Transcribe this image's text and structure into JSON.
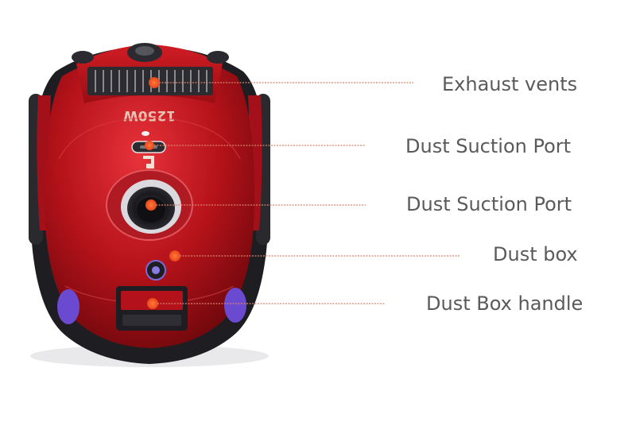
{
  "product": {
    "wattage_marking": "1250W"
  },
  "colors": {
    "body_red": "#c0141c",
    "body_dark_red": "#7a0a10",
    "black_trim": "#1e1e22",
    "accent_purple": "#6a4ad0",
    "callout_line": "#d9836f",
    "label_text": "#5a5a5a"
  },
  "callouts": [
    {
      "id": "exhaust",
      "label": "Exhaust vents"
    },
    {
      "id": "suction-top",
      "label": "Dust Suction Port"
    },
    {
      "id": "suction-main",
      "label": "Dust Suction Port"
    },
    {
      "id": "dust-box",
      "label": "Dust box"
    },
    {
      "id": "dust-box-handle",
      "label": "Dust Box handle"
    }
  ]
}
